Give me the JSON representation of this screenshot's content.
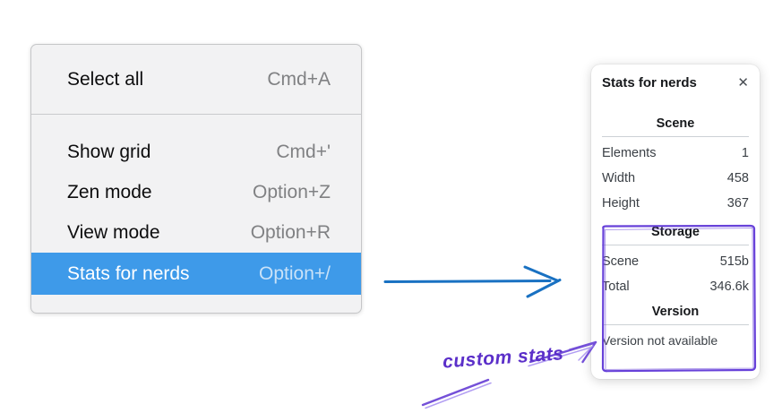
{
  "colors": {
    "menu_highlight_blue": "#3e9ae9",
    "flow_arrow_blue": "#1971c2",
    "annotation_purple": "#6741d9",
    "menu_background": "#f2f2f3"
  },
  "menu": {
    "items": [
      {
        "label": "Select all",
        "shortcut": "Cmd+A",
        "selected": false
      },
      {
        "label": "Show grid",
        "shortcut": "Cmd+'",
        "selected": false
      },
      {
        "label": "Zen mode",
        "shortcut": "Option+Z",
        "selected": false
      },
      {
        "label": "View mode",
        "shortcut": "Option+R",
        "selected": false
      },
      {
        "label": "Stats for nerds",
        "shortcut": "Option+/",
        "selected": true
      }
    ]
  },
  "stats": {
    "title": "Stats for nerds",
    "scene": {
      "heading": "Scene",
      "rows": [
        {
          "label": "Elements",
          "value": "1"
        },
        {
          "label": "Width",
          "value": "458"
        },
        {
          "label": "Height",
          "value": "367"
        }
      ]
    },
    "storage": {
      "heading": "Storage",
      "rows": [
        {
          "label": "Scene",
          "value": "515b"
        },
        {
          "label": "Total",
          "value": "346.6k"
        }
      ]
    },
    "version": {
      "heading": "Version",
      "note": "Version not available"
    }
  },
  "annotation": {
    "label": "custom stats"
  },
  "icons": {
    "close": "✕"
  }
}
